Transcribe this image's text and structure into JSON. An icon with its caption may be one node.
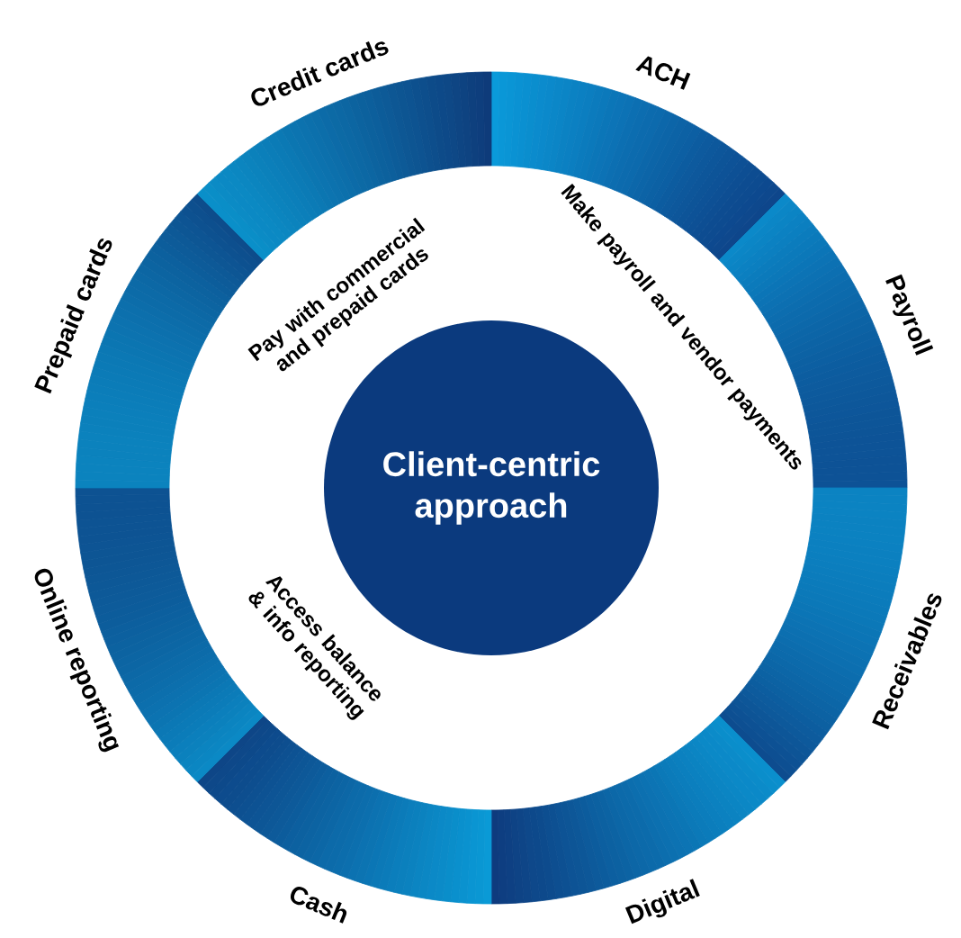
{
  "diagram": {
    "nodes": [
      {
        "text": [
          "Client-centric approach"
        ]
      },
      {
        "text": [
          "ACH"
        ]
      },
      {
        "text": [
          "Payroll"
        ]
      },
      {
        "text": [
          "Receivables"
        ]
      },
      {
        "text": [
          "Digital"
        ]
      },
      {
        "text": [
          "Cash"
        ]
      },
      {
        "text": [
          "Online reporting"
        ]
      },
      {
        "text": [
          "Prepaid cards"
        ]
      },
      {
        "text": [
          "Credit cards"
        ]
      }
    ],
    "labels": [
      "Pay with commercial and prepaid cards",
      "Make payroll and vendor payments",
      "Access balance & info reporting"
    ]
  }
}
